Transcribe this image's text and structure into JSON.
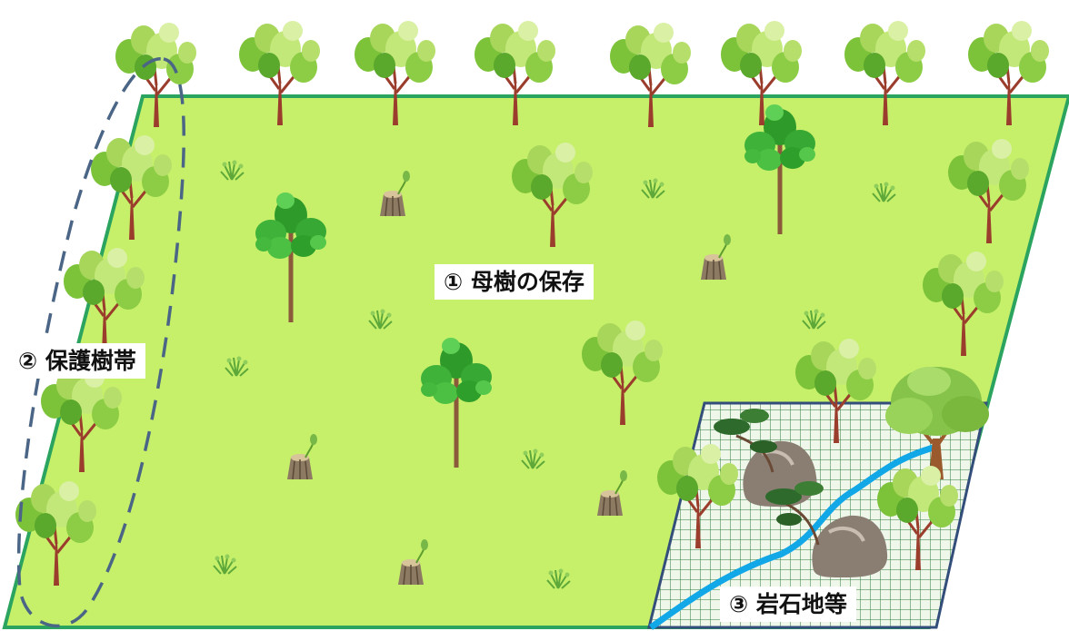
{
  "labels": {
    "mother_tree": "① 母樹の保存",
    "protective_belt": "② 保護樹帯",
    "rocky_area": "③ 岩石地等"
  },
  "colors": {
    "ground": "#c6f06a",
    "ground_edge": "#2aa45e",
    "protective_belt_outline": "#4a6585",
    "rocky_zone_grid": "#2f7a3a",
    "rocky_zone_border": "#334e7a",
    "stream": "#12a7e6"
  },
  "icons": [
    "broadleaf-tree-icon",
    "mother-tree-icon",
    "stump-icon",
    "grass-icon",
    "rock-icon",
    "pine-tree-icon",
    "large-tree-icon",
    "stream-icon"
  ]
}
